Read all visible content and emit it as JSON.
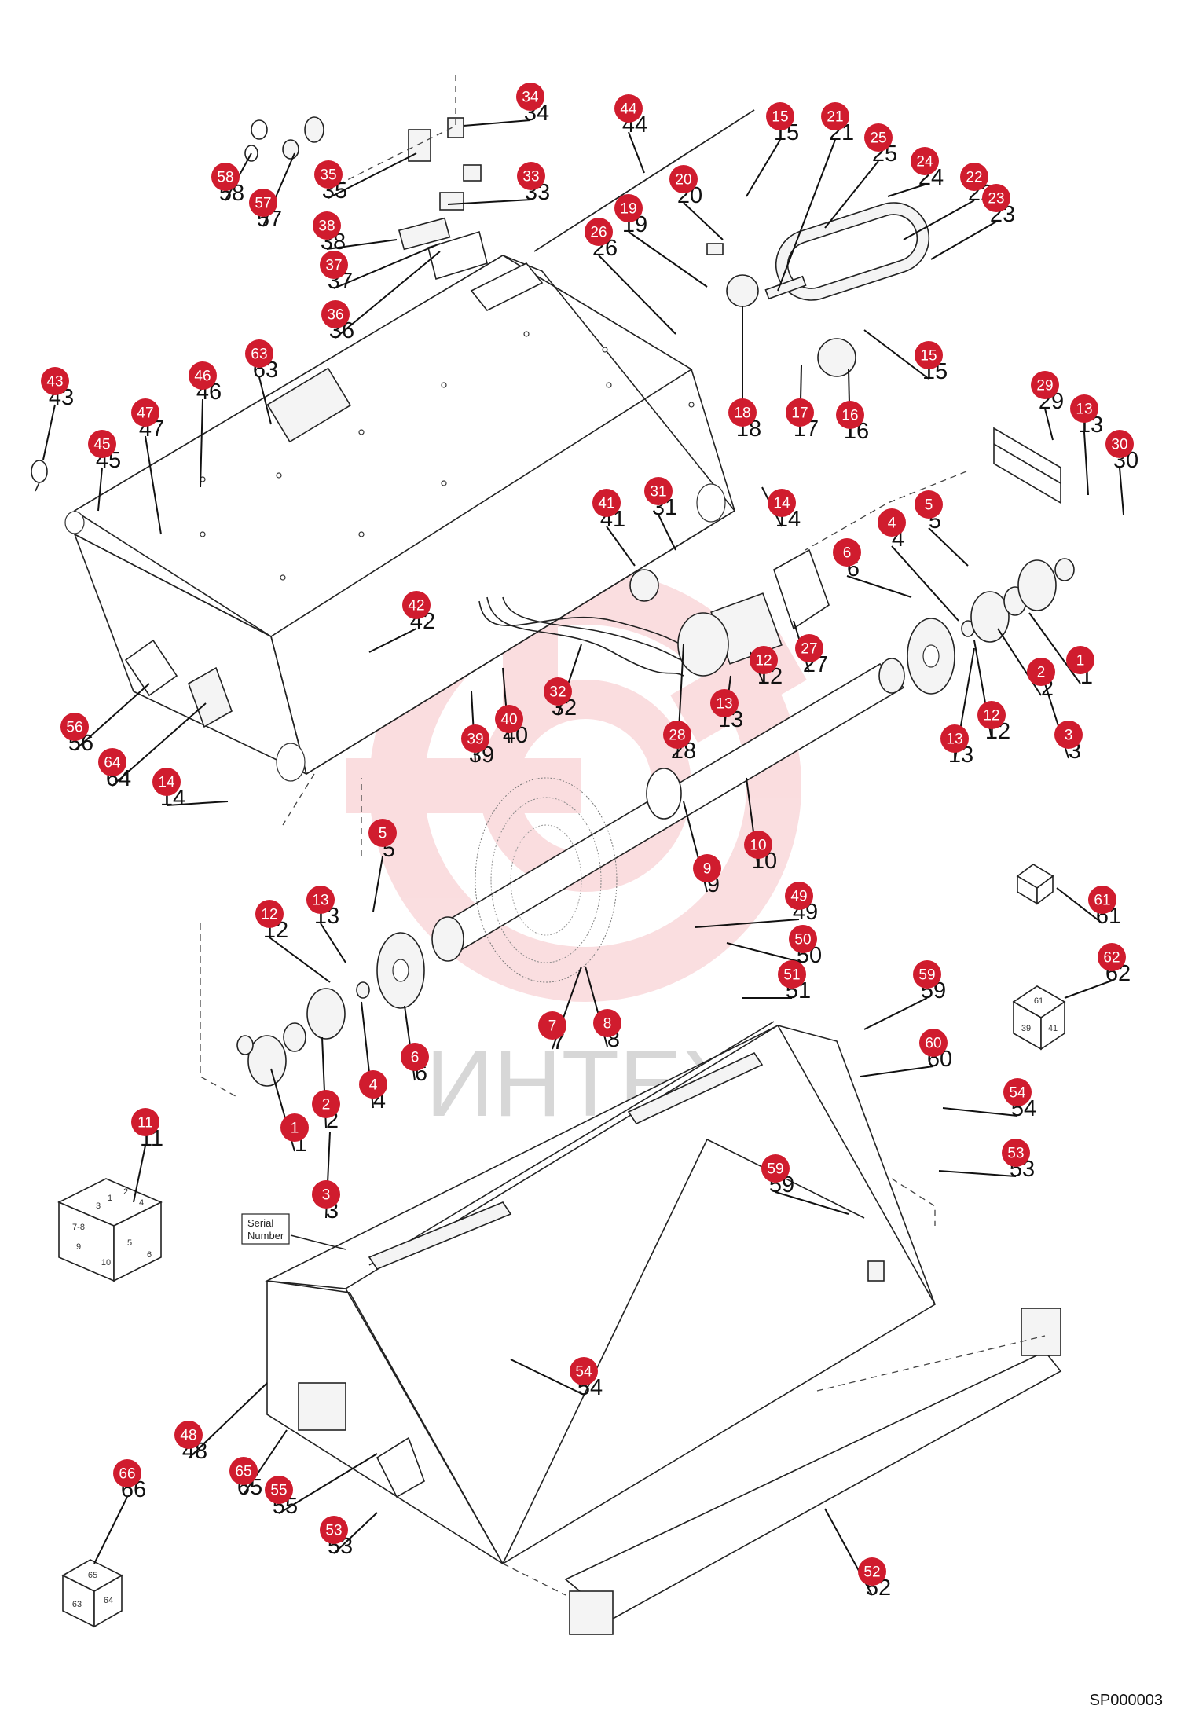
{
  "drawing_code": "SP000003",
  "watermark": "ИНТЕХ",
  "serial_label": [
    "Serial",
    "Number"
  ],
  "kit_box_11_labels": [
    "1",
    "2",
    "3",
    "4",
    "7-8",
    "9",
    "5",
    "6",
    "10"
  ],
  "kit_box_62_labels": [
    "61",
    "39",
    "41"
  ],
  "kit_box_66_labels": [
    "65",
    "63",
    "64"
  ],
  "colors": {
    "callout": "#d01c2e",
    "watermark": "#f2a0a6",
    "line": "#222222"
  },
  "callouts": [
    {
      "n": "1",
      "plain": "1"
    },
    {
      "n": "2",
      "plain": "2"
    },
    {
      "n": "3",
      "plain": "3"
    },
    {
      "n": "4",
      "plain": "4"
    },
    {
      "n": "5",
      "plain": "5"
    },
    {
      "n": "6",
      "plain": "6"
    },
    {
      "n": "12",
      "plain": "12"
    },
    {
      "n": "13",
      "plain": "13"
    },
    {
      "n": "30",
      "plain": "30"
    },
    {
      "n": "29",
      "plain": "29"
    },
    {
      "n": "13",
      "plain": "13"
    },
    {
      "n": "14",
      "plain": "14"
    },
    {
      "n": "31",
      "plain": "31"
    },
    {
      "n": "41",
      "plain": "41"
    },
    {
      "n": "27",
      "plain": "27"
    },
    {
      "n": "12",
      "plain": "12"
    },
    {
      "n": "13",
      "plain": "13"
    },
    {
      "n": "28",
      "plain": "28"
    },
    {
      "n": "32",
      "plain": "32"
    },
    {
      "n": "40",
      "plain": "40"
    },
    {
      "n": "39",
      "plain": "39"
    },
    {
      "n": "42",
      "plain": "42"
    },
    {
      "n": "10",
      "plain": "10"
    },
    {
      "n": "9",
      "plain": "9"
    },
    {
      "n": "56",
      "plain": "56"
    },
    {
      "n": "64",
      "plain": "64"
    },
    {
      "n": "14",
      "plain": "14"
    },
    {
      "n": "43",
      "plain": "43"
    },
    {
      "n": "45",
      "plain": "45"
    },
    {
      "n": "47",
      "plain": "47"
    },
    {
      "n": "46",
      "plain": "46"
    },
    {
      "n": "63",
      "plain": "63"
    },
    {
      "n": "34",
      "plain": "34"
    },
    {
      "n": "35",
      "plain": "35"
    },
    {
      "n": "33",
      "plain": "33"
    },
    {
      "n": "58",
      "plain": "58"
    },
    {
      "n": "57",
      "plain": "57"
    },
    {
      "n": "38",
      "plain": "38"
    },
    {
      "n": "37",
      "plain": "37"
    },
    {
      "n": "36",
      "plain": "36"
    },
    {
      "n": "44",
      "plain": "44"
    },
    {
      "n": "26",
      "plain": "26"
    },
    {
      "n": "19",
      "plain": "19"
    },
    {
      "n": "20",
      "plain": "20"
    },
    {
      "n": "18",
      "plain": "18"
    },
    {
      "n": "15",
      "plain": "15"
    },
    {
      "n": "21",
      "plain": "21"
    },
    {
      "n": "25",
      "plain": "25"
    },
    {
      "n": "24",
      "plain": "24"
    },
    {
      "n": "22",
      "plain": "22"
    },
    {
      "n": "23",
      "plain": "23"
    },
    {
      "n": "15",
      "plain": "15"
    },
    {
      "n": "17",
      "plain": "17"
    },
    {
      "n": "16",
      "plain": "16"
    },
    {
      "n": "5",
      "plain": "5"
    },
    {
      "n": "12",
      "plain": "12"
    },
    {
      "n": "13",
      "plain": "13"
    },
    {
      "n": "6",
      "plain": "6"
    },
    {
      "n": "4",
      "plain": "4"
    },
    {
      "n": "2",
      "plain": "2"
    },
    {
      "n": "1",
      "plain": "1"
    },
    {
      "n": "3",
      "plain": "3"
    },
    {
      "n": "7",
      "plain": "7"
    },
    {
      "n": "8",
      "plain": "8"
    },
    {
      "n": "49",
      "plain": "49"
    },
    {
      "n": "50",
      "plain": "50"
    },
    {
      "n": "51",
      "plain": "51"
    },
    {
      "n": "11",
      "plain": "11"
    },
    {
      "n": "59",
      "plain": "59"
    },
    {
      "n": "60",
      "plain": "60"
    },
    {
      "n": "54",
      "plain": "54"
    },
    {
      "n": "53",
      "plain": "53"
    },
    {
      "n": "59",
      "plain": "59"
    },
    {
      "n": "61",
      "plain": "61"
    },
    {
      "n": "62",
      "plain": "62"
    },
    {
      "n": "54",
      "plain": "54"
    },
    {
      "n": "48",
      "plain": "48"
    },
    {
      "n": "65",
      "plain": "65"
    },
    {
      "n": "55",
      "plain": "55"
    },
    {
      "n": "53",
      "plain": "53"
    },
    {
      "n": "66",
      "plain": "66"
    },
    {
      "n": "52",
      "plain": "52"
    }
  ]
}
